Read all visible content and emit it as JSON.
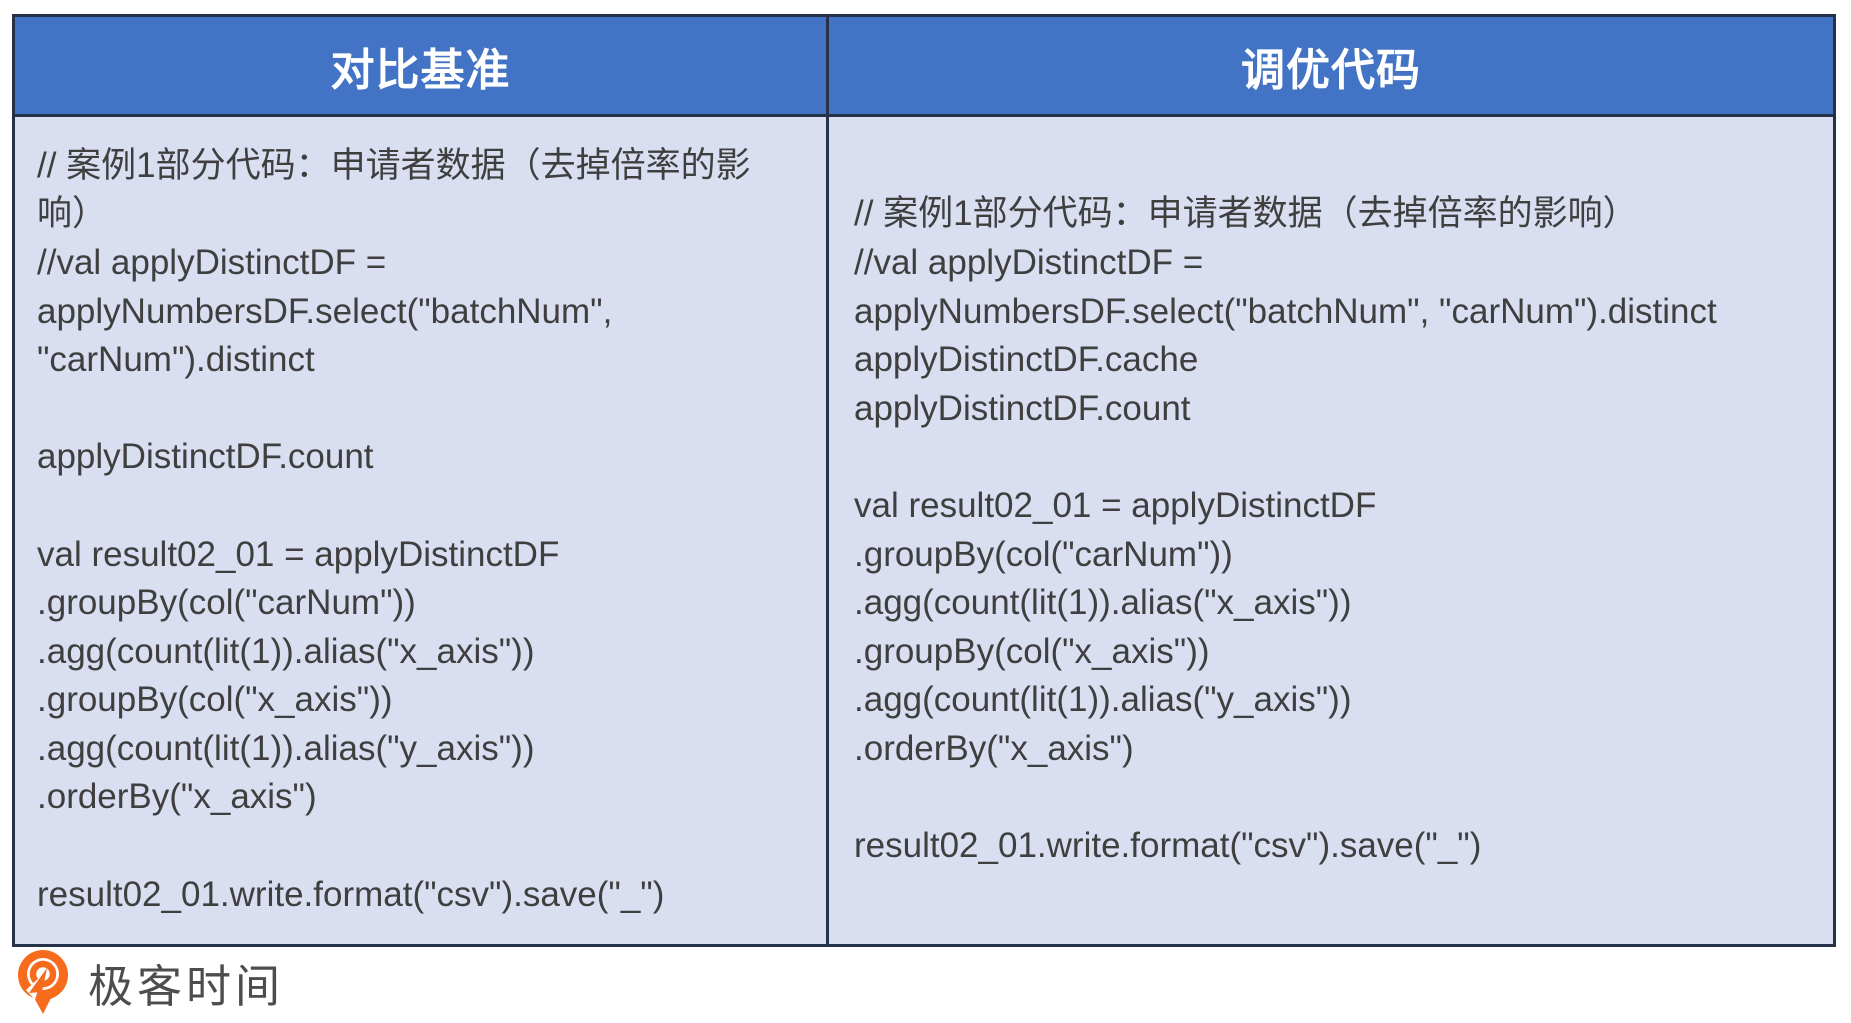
{
  "colors": {
    "header_bg": "#4273c4",
    "body_bg": "#d9def1",
    "border": "#263249",
    "code_text": "#3f3f3f",
    "logo_orange": "#f76b1c"
  },
  "table": {
    "headers": [
      {
        "label": "对比基准"
      },
      {
        "label": "调优代码"
      }
    ],
    "columns": [
      {
        "name": "baseline",
        "lines": [
          "// 案例1部分代码：申请者数据（去掉倍率的影",
          "响）",
          "//val applyDistinctDF =",
          "applyNumbersDF.select(\"batchNum\",",
          "\"carNum\").distinct",
          "",
          "applyDistinctDF.count",
          "",
          "val result02_01 = applyDistinctDF",
          ".groupBy(col(\"carNum\"))",
          ".agg(count(lit(1)).alias(\"x_axis\"))",
          ".groupBy(col(\"x_axis\"))",
          ".agg(count(lit(1)).alias(\"y_axis\"))",
          ".orderBy(\"x_axis\")",
          "",
          "result02_01.write.format(\"csv\").save(\"_\")"
        ]
      },
      {
        "name": "tuned",
        "lines": [
          "// 案例1部分代码：申请者数据（去掉倍率的影响）",
          "//val applyDistinctDF =",
          "applyNumbersDF.select(\"batchNum\", \"carNum\").distinct",
          "applyDistinctDF.cache",
          "applyDistinctDF.count",
          "",
          "val result02_01 = applyDistinctDF",
          ".groupBy(col(\"carNum\"))",
          ".agg(count(lit(1)).alias(\"x_axis\"))",
          ".groupBy(col(\"x_axis\"))",
          ".agg(count(lit(1)).alias(\"y_axis\"))",
          ".orderBy(\"x_axis\")",
          "",
          "result02_01.write.format(\"csv\").save(\"_\")"
        ]
      }
    ]
  },
  "footer": {
    "logo_text": "极客时间"
  }
}
